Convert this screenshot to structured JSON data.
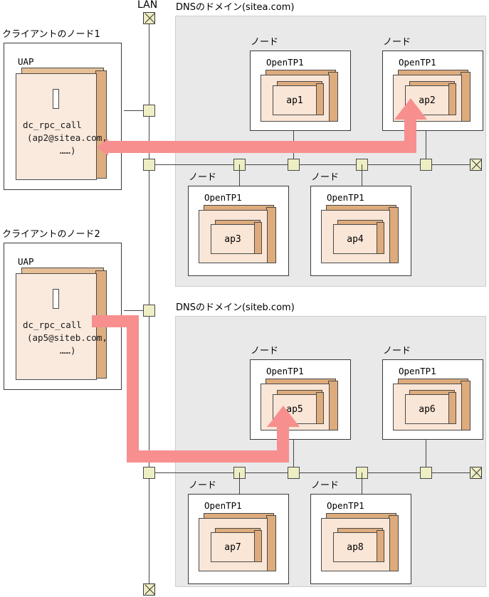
{
  "diagram": {
    "title": "OpenTP1 DNS domain RPC routing diagram",
    "lan_label": "LAN",
    "node_label": "ノード",
    "opentp1_label": "OpenTP1",
    "uap_label": "UAP",
    "colors": {
      "flow": "#f78f8f",
      "domain_panel": "#e9e9e9",
      "cube_front": "#fae6d7",
      "cube_shade": "#deab7c",
      "connector": "#eeeec4",
      "line": "#444444"
    }
  },
  "clients": [
    {
      "title": "クライアントのノード1",
      "uap_label": "UAP",
      "code_line1": "dc_rpc_call",
      "code_line2": "(ap2@sitea.com,",
      "code_line3": "……)"
    },
    {
      "title": "クライアントのノード2",
      "uap_label": "UAP",
      "code_line1": "dc_rpc_call",
      "code_line2": "(ap5@siteb.com,",
      "code_line3": "……)"
    }
  ],
  "domains": [
    {
      "title": "DNSのドメイン(sitea.com)",
      "nodes": [
        {
          "node_label": "ノード",
          "opentp1_label": "OpenTP1",
          "ap": "ap1"
        },
        {
          "node_label": "ノード",
          "opentp1_label": "OpenTP1",
          "ap": "ap2"
        },
        {
          "node_label": "ノード",
          "opentp1_label": "OpenTP1",
          "ap": "ap3"
        },
        {
          "node_label": "ノード",
          "opentp1_label": "OpenTP1",
          "ap": "ap4"
        }
      ]
    },
    {
      "title": "DNSのドメイン(siteb.com)",
      "nodes": [
        {
          "node_label": "ノード",
          "opentp1_label": "OpenTP1",
          "ap": "ap5"
        },
        {
          "node_label": "ノード",
          "opentp1_label": "OpenTP1",
          "ap": "ap6"
        },
        {
          "node_label": "ノード",
          "opentp1_label": "OpenTP1",
          "ap": "ap7"
        },
        {
          "node_label": "ノード",
          "opentp1_label": "OpenTP1",
          "ap": "ap8"
        }
      ]
    }
  ],
  "flows": [
    {
      "name": "rpc-flow-ap2",
      "from": "クライアントのノード1",
      "to": "ap2"
    },
    {
      "name": "rpc-flow-ap5",
      "from": "クライアントのノード2",
      "to": "ap5"
    }
  ]
}
